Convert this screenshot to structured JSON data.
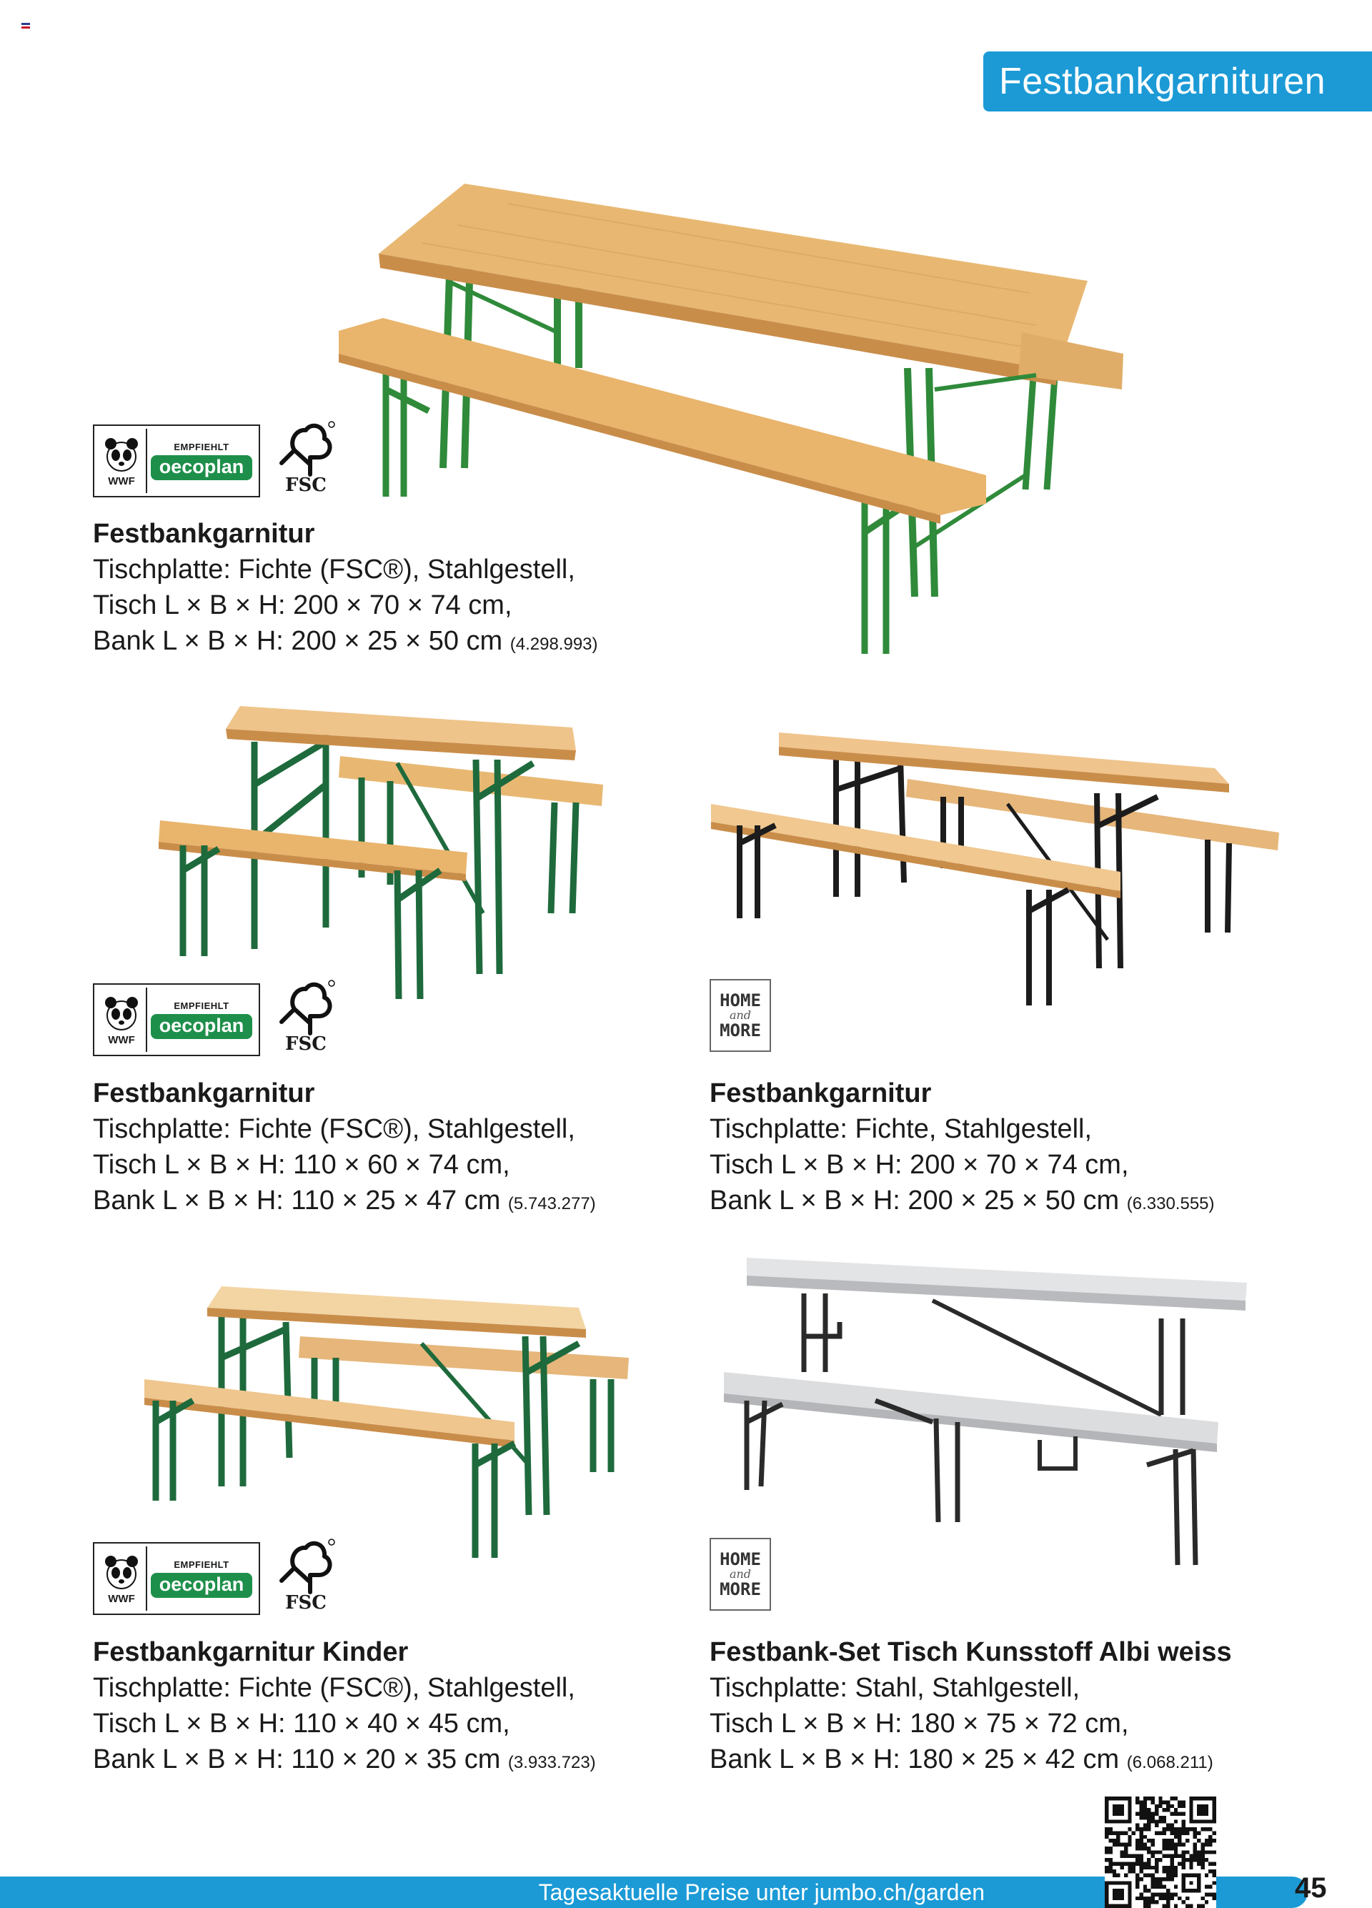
{
  "header": {
    "title": "Festbankgarnituren"
  },
  "badges": {
    "wwf_label": "WWF",
    "empfiehlt_label": "EMPFIEHLT",
    "oecoplan_label": "oecoplan",
    "fsc_label": "FSC",
    "home_label": "HOME",
    "and_label": "and",
    "more_label": "MORE"
  },
  "products": [
    {
      "title": "Festbankgarnitur",
      "line1": "Tischplatte: Fichte (FSC®), Stahlgestell,",
      "line2": "Tisch L × B × H: 200 × 70 × 74 cm,",
      "line3": "Bank L × B × H: 200 × 25 × 50 cm",
      "article": "(4.298.993)"
    },
    {
      "title": "Festbankgarnitur",
      "line1": "Tischplatte: Fichte (FSC®), Stahlgestell,",
      "line2": "Tisch L × B × H: 110 × 60 × 74 cm,",
      "line3": "Bank L × B × H: 110 × 25 × 47 cm",
      "article": "(5.743.277)"
    },
    {
      "title": "Festbankgarnitur",
      "line1": "Tischplatte: Fichte, Stahlgestell,",
      "line2": "Tisch L × B × H: 200 × 70 × 74 cm,",
      "line3": "Bank L × B × H: 200 × 25 × 50 cm",
      "article": "(6.330.555)"
    },
    {
      "title": "Festbankgarnitur Kinder",
      "line1": "Tischplatte: Fichte (FSC®), Stahlgestell,",
      "line2": "Tisch L × B × H: 110 × 40 × 45 cm,",
      "line3": "Bank L × B × H: 110 × 20 × 35 cm",
      "article": "(3.933.723)"
    },
    {
      "title": "Festbank-Set Tisch Kunsstoff Albi weiss",
      "line1": "Tischplatte: Stahl, Stahlgestell,",
      "line2": "Tisch L × B × H: 180 × 75 × 72 cm,",
      "line3": "Bank L × B × H: 180 × 25 × 42 cm",
      "article": "(6.068.211)"
    }
  ],
  "footer": {
    "text": "Tagesaktuelle Preise unter jumbo.ch/garden",
    "page_number": "45"
  },
  "colors": {
    "accent_blue": "#1b9ad6",
    "wood": "#e8b872",
    "frame_green": "#2f8a3a",
    "frame_dark_green": "#1e6a3c",
    "frame_black": "#1c1c1c",
    "plastic_white": "#d9dadc"
  }
}
